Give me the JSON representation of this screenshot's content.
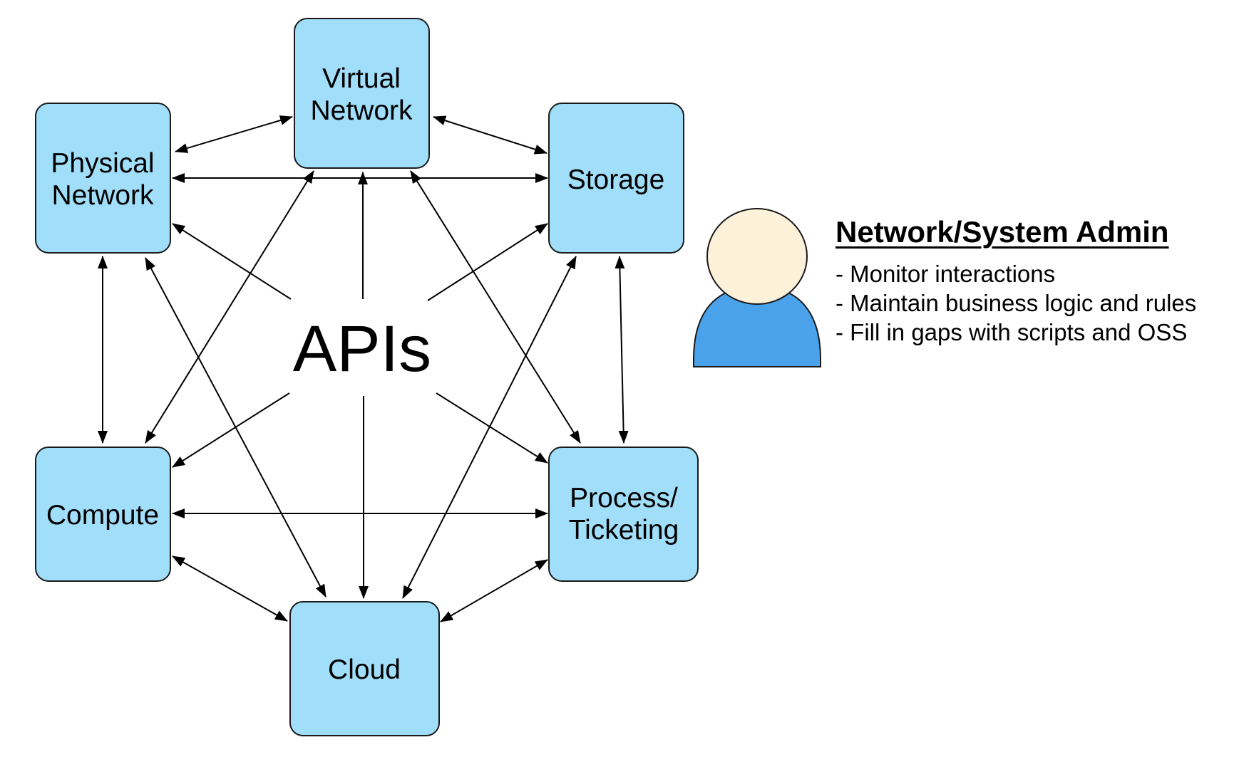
{
  "diagram": {
    "center_label": "APIs",
    "nodes": {
      "virtual_network": [
        "Virtual",
        "Network"
      ],
      "physical_network": [
        "Physical",
        "Network"
      ],
      "storage": [
        "Storage"
      ],
      "compute": [
        "Compute"
      ],
      "process_ticketing": [
        "Process/",
        "Ticketing"
      ],
      "cloud": [
        "Cloud"
      ]
    }
  },
  "admin": {
    "title": "Network/System Admin",
    "items": [
      "- Monitor interactions",
      "- Maintain business logic and rules",
      "- Fill in gaps with scripts and OSS"
    ]
  },
  "colors": {
    "node_fill": "#a0defa",
    "node_stroke": "#1a1a1a",
    "person_head": "#fdf1da",
    "person_body": "#4aa3ea",
    "arrow": "#000000"
  }
}
